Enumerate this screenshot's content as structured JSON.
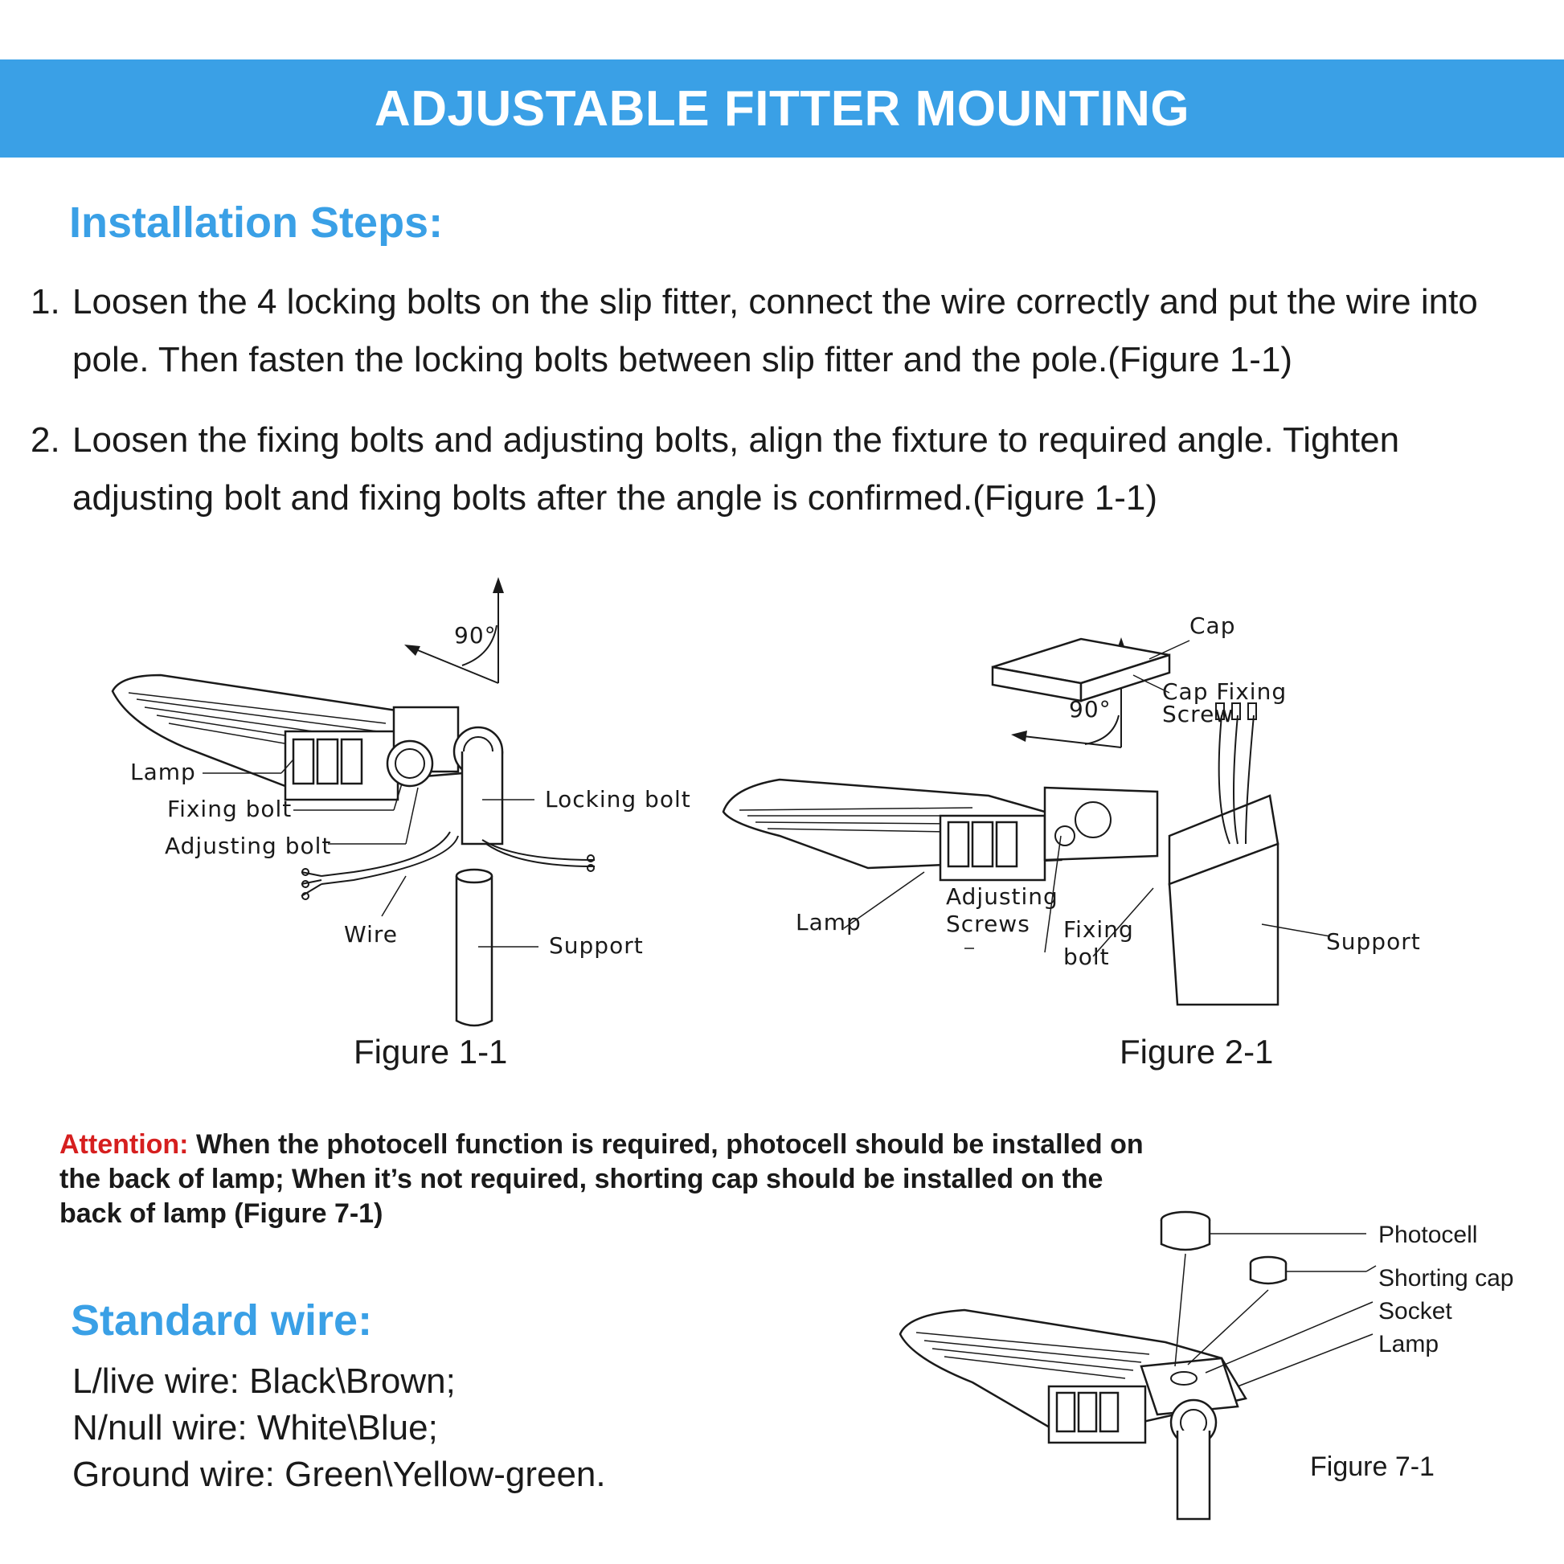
{
  "banner": {
    "title": "ADJUSTABLE FITTER MOUNTING"
  },
  "installation": {
    "heading": "Installation Steps:",
    "steps": [
      {
        "num": "1.",
        "text": "Loosen the 4 locking bolts on the slip fitter, connect the wire correctly and put the wire into pole. Then fasten the locking bolts between slip fitter and the pole.(Figure 1-1)"
      },
      {
        "num": "2.",
        "text": "Loosen the fixing bolts and adjusting bolts, align the fixture to required angle. Tighten adjusting bolt and fixing bolts after the angle is confirmed.(Figure 1-1)"
      }
    ]
  },
  "figure1": {
    "caption": "Figure 1-1",
    "angle": "90°",
    "labels": {
      "lamp": "Lamp",
      "fixing_bolt": "Fixing bolt",
      "adjusting_bolt": "Adjusting bolt",
      "locking_bolt": "Locking bolt",
      "wire": "Wire",
      "support": "Support"
    }
  },
  "figure2": {
    "caption": "Figure 2-1",
    "angle": "90°",
    "labels": {
      "cap": "Cap",
      "cap_fixing_1": "Cap Fixing",
      "cap_fixing_2": "Screw",
      "lamp": "Lamp",
      "adjusting_1": "Adjusting",
      "adjusting_2": "Screws",
      "fixing_1": "Fixing",
      "fixing_2": "bolt",
      "support": "Support"
    }
  },
  "attention": {
    "label": "Attention:",
    "text": " When the photocell function is required, photocell should be installed on the back of lamp; When it’s not required, shorting cap should be installed on the back of lamp (Figure 7-1)"
  },
  "standard_wire": {
    "heading": "Standard wire:",
    "lines": [
      "L/live wire: Black\\Brown;",
      "N/null wire: White\\Blue;",
      "Ground wire: Green\\Yellow-green."
    ]
  },
  "figure7": {
    "caption": "Figure 7-1",
    "labels": {
      "photocell": "Photocell",
      "shorting_cap": "Shorting cap",
      "socket": "Socket",
      "lamp": "Lamp"
    }
  }
}
